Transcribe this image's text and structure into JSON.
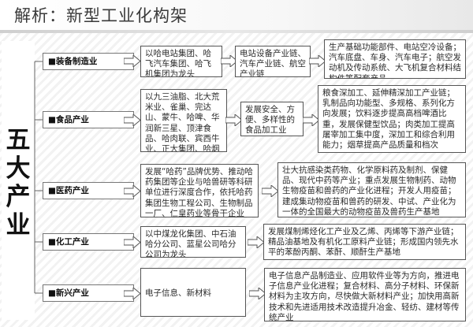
{
  "header": {
    "title": "解析：新型工业化构架"
  },
  "sidebar": {
    "title_chars": [
      "五",
      "大",
      "产",
      "业"
    ]
  },
  "rows": [
    {
      "category": "■装备制造业",
      "col1": "以哈电站集团、哈飞汽车集团、哈飞机集团为龙头",
      "col2": "电站设备产业链、汽车产业链、航空产业链",
      "col3": "生产基础功能部件、电站空冷设备；汽车底盘、车身、汽车电子；航空发动机及传动系统、大飞机复合材料结构件等配套产品"
    },
    {
      "category": "■食品产业",
      "col1": "以九三油脂、北大荒米业、雀巢、完达山、蒙牛、哈啤、华润新三星、顶津食品、哈肉联、宾西牛业、正大集团、哈烟为龙头",
      "col2": "发展安全、方便、多样性的食品加工业",
      "col3": "粮食深加工、延伸精深加工产业链；乳制品向功能型、多规格、系列化方向发展；饮料逐步提高高档啤酒比重，发展保健型饮品；肉类加工提高屠宰加工集中度，深加工和综合利用能力；烟草提高产品质量和档次"
    },
    {
      "category": "■医药产业",
      "col1": "发展“哈药”品牌优势、推动哈药集团等企业与哈兽研等科研单位进行深度合作，依托哈药集团生物工程公司、生物制品一厂、仁皇药业等骨干企业",
      "col2": "",
      "col3": "壮大抗感染类药物、化学原料药及制剂、保健品、现代中药等产业；重点发展生物制药、动物生物疫苗和兽药的产业化进程；开发人用疫苗；建成集动物疫苗和兽药的研发、中试、产业化为一体的全国最大的动物疫苗及兽药生产基地"
    },
    {
      "category": "■化工产业",
      "col1": "以中煤龙化集团、中石油哈分公司、蓝星公司哈分公司为龙头",
      "col2": "",
      "col3": "发展煤制烯烃化工产业及乙烯、丙烯等下游产业链；精品油基地及有机化工原料产业链；形成国内领先水平的苯酚丙酮、苯酐、顺酐生产基地"
    },
    {
      "category": "■新兴产业",
      "col1": "电子信息、新材料",
      "col2": "",
      "col3": "电子信息产品制造业、应用软件业等为方向，推进电子信息产业化进程；复合材料、高分子材料、环保新材料为主攻方向，尽快做大新材料产业；加快用高新技术和先进适用技术改造提升冶金、轻纺、建材等传统产业"
    }
  ]
}
